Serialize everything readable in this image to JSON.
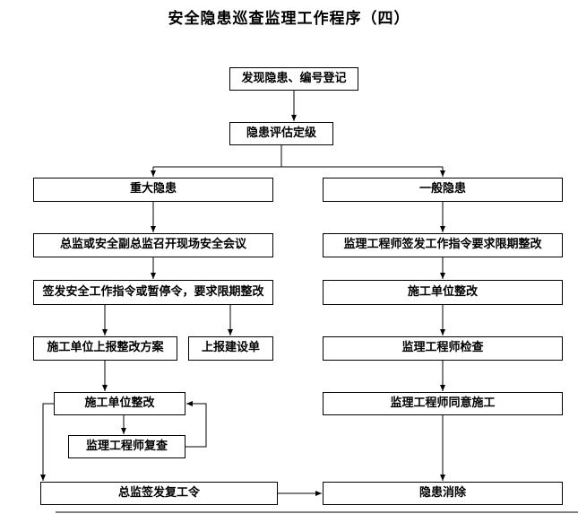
{
  "title": "安全隐患巡查监理工作程序（四）",
  "nodes": {
    "discover": {
      "label": "发现隐患、编号登记"
    },
    "assess": {
      "label": "隐患评估定级"
    },
    "major": {
      "label": "重大隐患"
    },
    "general": {
      "label": "一般隐患"
    },
    "meeting": {
      "label": "总监或安全副总监召开现场安全会议"
    },
    "issue_order": {
      "label": "签发安全工作指令或暂停令，要求限期整改"
    },
    "report_plan": {
      "label": "施工单位上报整改方案"
    },
    "report_owner": {
      "label": "上报建设单"
    },
    "rectify_left": {
      "label": "施工单位整改"
    },
    "recheck": {
      "label": "监理工程师复查"
    },
    "resume": {
      "label": "总监签发复工令"
    },
    "r_issue": {
      "label": "监理工程师签发工作指令要求限期整改"
    },
    "r_rectify": {
      "label": "施工单位整改"
    },
    "r_check": {
      "label": "监理工程师检查"
    },
    "r_agree": {
      "label": "监理工程师同意施工"
    },
    "eliminated": {
      "label": "隐患消除"
    }
  },
  "colors": {
    "line": "#000000",
    "box_border": "#000000",
    "background": "#ffffff"
  }
}
